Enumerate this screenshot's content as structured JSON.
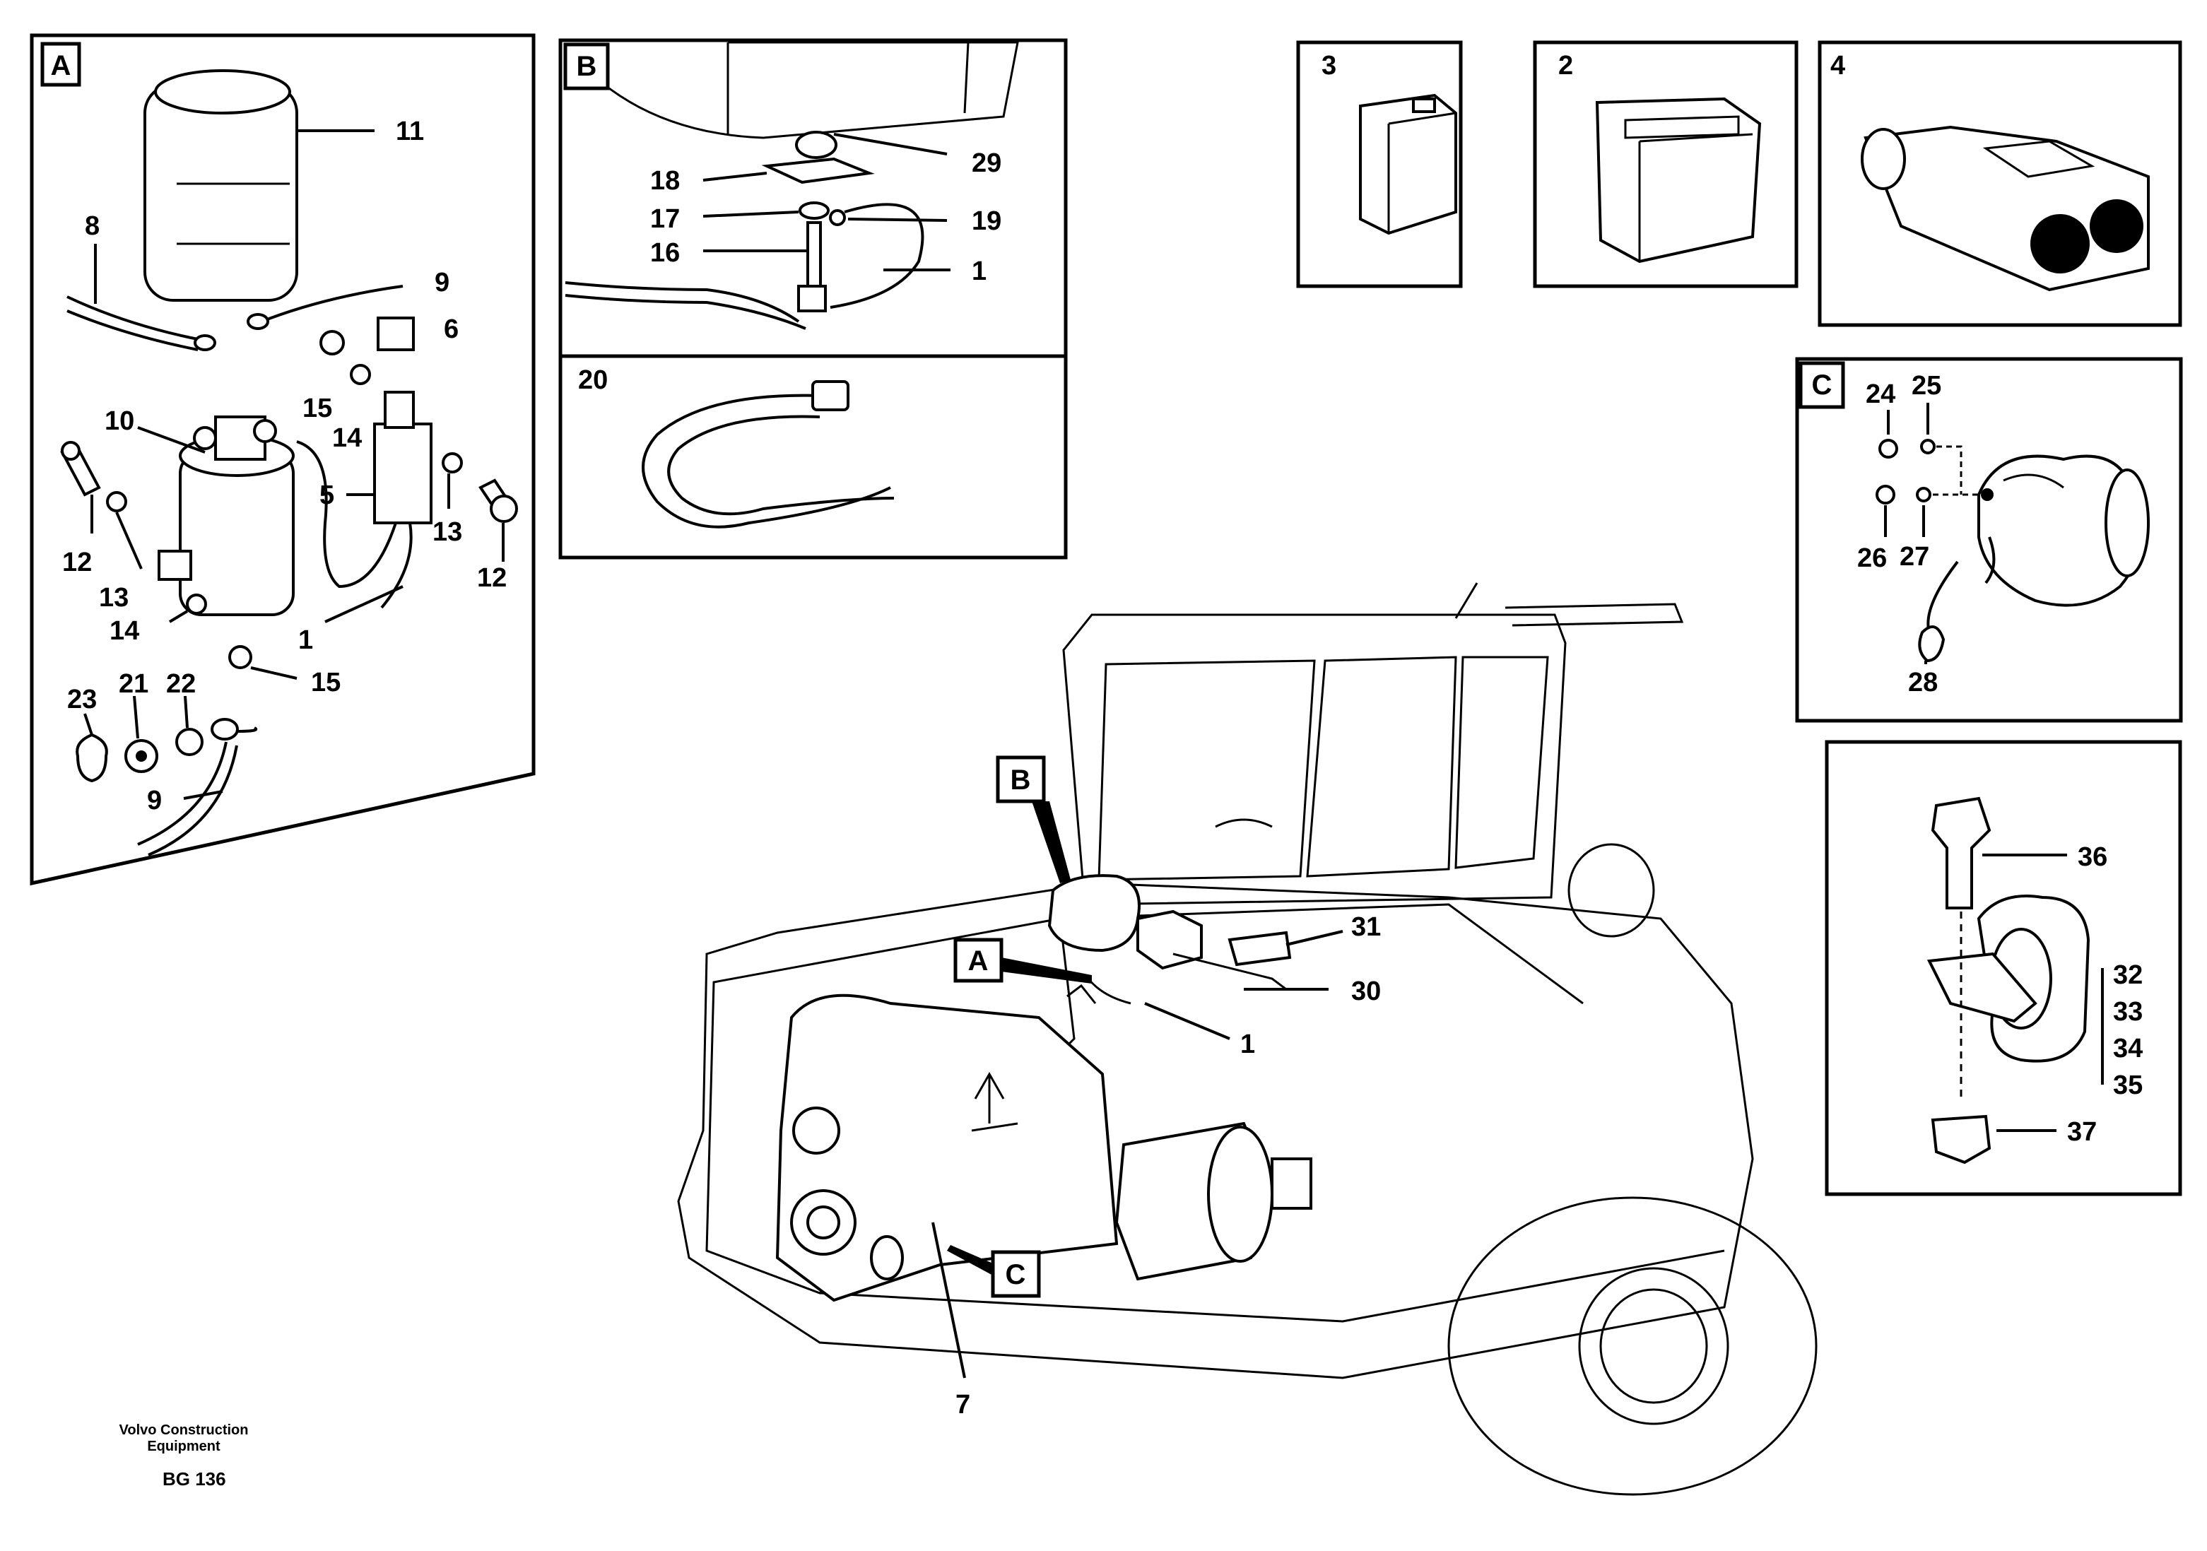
{
  "panels": {
    "a": {
      "tag": "A",
      "callouts": {
        "n11": "11",
        "n8": "8",
        "n9a": "9",
        "n6": "6",
        "n10": "10",
        "n15a": "15",
        "n14a": "14",
        "n5": "5",
        "n13a": "13",
        "n12a": "12",
        "n13b": "13",
        "n12b": "12",
        "n14b": "14",
        "n1": "1",
        "n15b": "15",
        "n23": "23",
        "n21": "21",
        "n22": "22",
        "n9b": "9"
      }
    },
    "b": {
      "tag": "B",
      "callouts": {
        "n29": "29",
        "n18": "18",
        "n17": "17",
        "n19": "19",
        "n16": "16",
        "n1": "1"
      }
    },
    "strap": {
      "callouts": {
        "n20": "20"
      }
    },
    "connector3": {
      "number": "3"
    },
    "connector2": {
      "number": "2"
    },
    "connector4": {
      "number": "4"
    },
    "c": {
      "tag": "C",
      "callouts": {
        "n24": "24",
        "n25": "25",
        "n26": "26",
        "n27": "27",
        "n28": "28"
      }
    },
    "mount": {
      "callouts": {
        "n36": "36",
        "n32": "32",
        "n33": "33",
        "n34": "34",
        "n35": "35",
        "n37": "37"
      }
    }
  },
  "main": {
    "tags": {
      "a": "A",
      "b": "B",
      "c": "C"
    },
    "callouts": {
      "n31": "31",
      "n30": "30",
      "n1": "1",
      "n7": "7"
    }
  },
  "footer": {
    "company_line1": "Volvo Construction",
    "company_line2": "Equipment",
    "ref": "BG 136"
  }
}
